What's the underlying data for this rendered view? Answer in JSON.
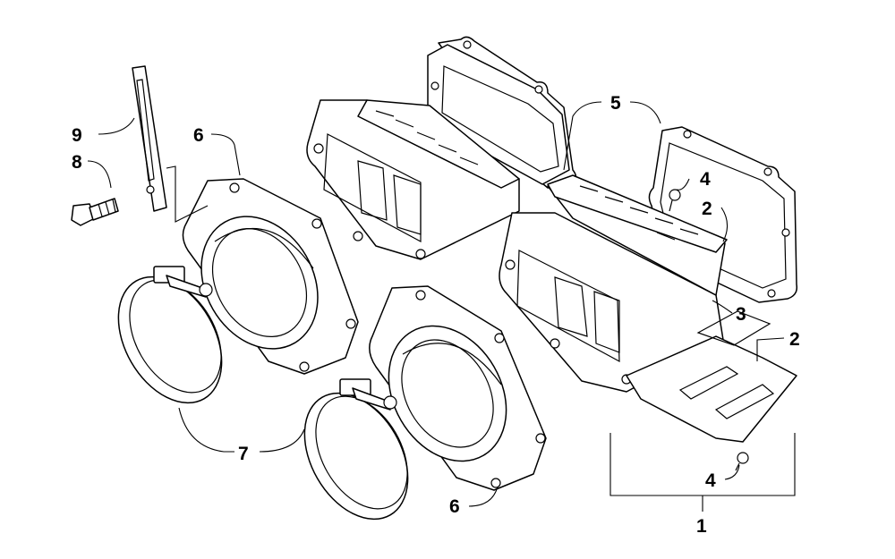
{
  "callouts": [
    {
      "id": "c9",
      "label": "9"
    },
    {
      "id": "c8",
      "label": "8"
    },
    {
      "id": "c6a",
      "label": "6"
    },
    {
      "id": "c7",
      "label": "7"
    },
    {
      "id": "c6b",
      "label": "6"
    },
    {
      "id": "c5",
      "label": "5"
    },
    {
      "id": "c4a",
      "label": "4"
    },
    {
      "id": "c2a",
      "label": "2"
    },
    {
      "id": "c3",
      "label": "3"
    },
    {
      "id": "c2b",
      "label": "2"
    },
    {
      "id": "c4b",
      "label": "4"
    },
    {
      "id": "c1",
      "label": "1"
    }
  ],
  "colors": {
    "ink": "#000000",
    "paper": "#ffffff"
  }
}
